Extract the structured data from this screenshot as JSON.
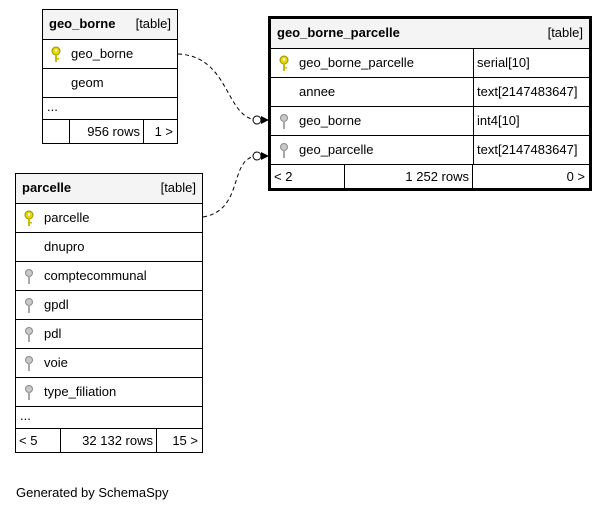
{
  "tables": {
    "geo_borne": {
      "name": "geo_borne",
      "kind": "[table]",
      "columns": [
        {
          "name": "geo_borne",
          "key": "primary"
        },
        {
          "name": "geom",
          "key": "none"
        }
      ],
      "ellipsis": "...",
      "footer": {
        "left": "",
        "rows": "956 rows",
        "right": "1 >"
      }
    },
    "geo_borne_parcelle": {
      "name": "geo_borne_parcelle",
      "kind": "[table]",
      "columns": [
        {
          "name": "geo_borne_parcelle",
          "type": "serial[10]",
          "key": "primary"
        },
        {
          "name": "annee",
          "type": "text[2147483647]",
          "key": "none"
        },
        {
          "name": "geo_borne",
          "type": "int4[10]",
          "key": "foreign"
        },
        {
          "name": "geo_parcelle",
          "type": "text[2147483647]",
          "key": "foreign"
        }
      ],
      "footer": {
        "left": "< 2",
        "rows": "1 252 rows",
        "right": "0 >"
      }
    },
    "parcelle": {
      "name": "parcelle",
      "kind": "[table]",
      "columns": [
        {
          "name": "parcelle",
          "key": "primary"
        },
        {
          "name": "dnupro",
          "key": "none"
        },
        {
          "name": "comptecommunal",
          "key": "foreign"
        },
        {
          "name": "gpdl",
          "key": "foreign"
        },
        {
          "name": "pdl",
          "key": "foreign"
        },
        {
          "name": "voie",
          "key": "foreign"
        },
        {
          "name": "type_filiation",
          "key": "foreign"
        }
      ],
      "ellipsis": "...",
      "footer": {
        "left": "< 5",
        "rows": "32 132 rows",
        "right": "15 >"
      }
    }
  },
  "colors": {
    "primary_key": "#e8d800",
    "foreign_key": "#b0b0b0",
    "header_bg": "#f4f4f4"
  },
  "generated_by": "Generated by SchemaSpy"
}
